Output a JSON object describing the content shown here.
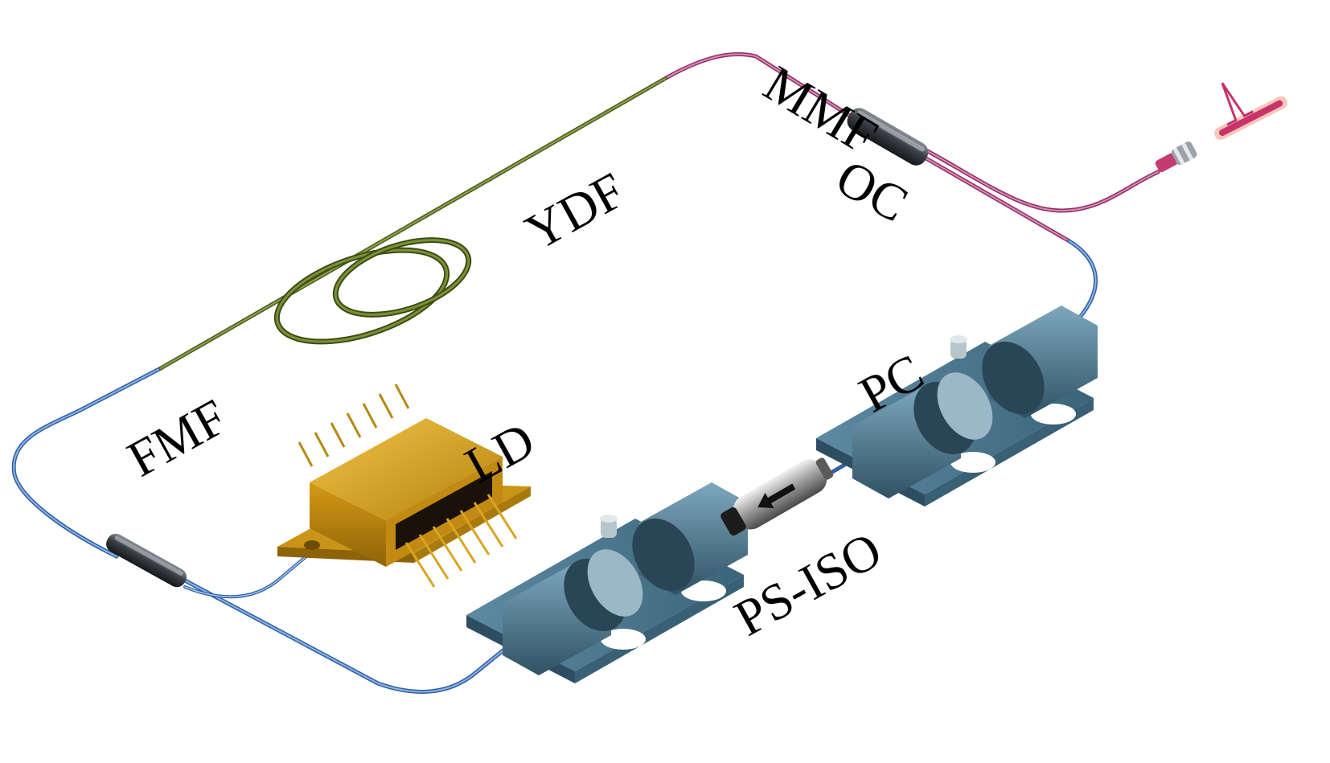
{
  "diagram": {
    "labels": {
      "mmf": "MMF",
      "oc": "OC",
      "ydf": "YDF",
      "fmf": "FMF",
      "ld": "LD",
      "pc": "PC",
      "ps_iso": "PS-ISO"
    },
    "colors": {
      "fmf_fiber": "#4a7fc8",
      "ydf_fiber": "#556b2a",
      "mmf_fiber": "#b0457f",
      "ld_body": "#d9a520",
      "pc_body": "#4f7d96",
      "coupler": "#3a3f45"
    }
  }
}
